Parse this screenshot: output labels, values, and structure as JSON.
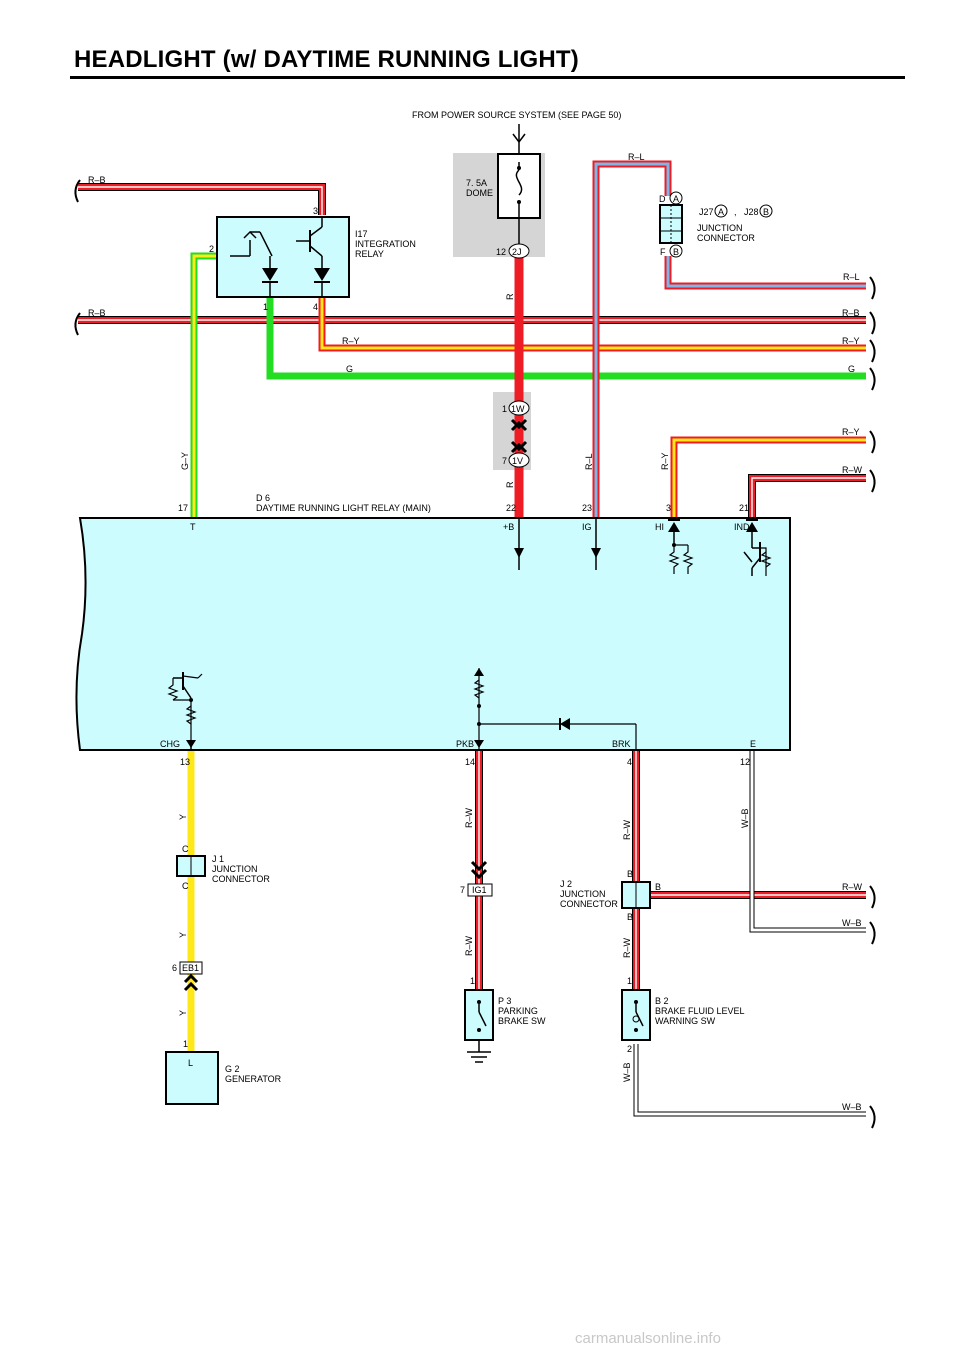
{
  "page": {
    "title": "HEADLIGHT (w/ DAYTIME RUNNING LIGHT)"
  },
  "power_source": "FROM POWER SOURCE SYSTEM (SEE PAGE 50)",
  "fuse": {
    "rating": "7. 5A",
    "name": "DOME",
    "pin": "12",
    "connector": "2J"
  },
  "relay_block_connectors": [
    {
      "pin": "1",
      "connector": "1W"
    },
    {
      "pin": "7",
      "connector": "1V"
    }
  ],
  "integration_relay": {
    "code": "I17",
    "name_line1": "INTEGRATION",
    "name_line2": "RELAY",
    "pins": {
      "p1": "1",
      "p2": "2",
      "p3": "3",
      "p4": "4"
    }
  },
  "junction_j27_j28": {
    "ref1": "J27",
    "tag1": "A",
    "separator": ",",
    "ref2": "J28",
    "tag2": "B",
    "name_line1": "JUNCTION",
    "name_line2": "CONNECTOR",
    "pin_top": "D",
    "pin_top_tag": "A",
    "pin_bottom": "F",
    "pin_bottom_tag": "B"
  },
  "drl_relay": {
    "code": "D 6",
    "name": "DAYTIME RUNNING LIGHT RELAY (MAIN)",
    "top_pins": [
      {
        "num": "17",
        "term": "T"
      },
      {
        "num": "22",
        "term": "+B"
      },
      {
        "num": "23",
        "term": "IG"
      },
      {
        "num": "3",
        "term": "HI"
      },
      {
        "num": "21",
        "term": "IND"
      }
    ],
    "bottom_pins": [
      {
        "num": "13",
        "term": "CHG"
      },
      {
        "num": "14",
        "term": "PKB"
      },
      {
        "num": "4",
        "term": "BRK"
      },
      {
        "num": "12",
        "term": "E"
      }
    ]
  },
  "wire_colors": {
    "rb": "R–B",
    "rl": "R–L",
    "ry": "R–Y",
    "g": "G",
    "rw": "R–W",
    "wb": "W–B",
    "r": "R",
    "gy": "G–Y",
    "y": "Y"
  },
  "j1": {
    "code": "J 1",
    "name_line1": "JUNCTION",
    "name_line2": "CONNECTOR",
    "pin_top": "C",
    "pin_bottom": "C"
  },
  "eb1": {
    "pin": "6",
    "connector": "EB1"
  },
  "generator": {
    "code": "G 2",
    "name": "GENERATOR",
    "terminal": "L",
    "pin": "1"
  },
  "ig1": {
    "pin": "7",
    "connector": "IG1"
  },
  "j2": {
    "code": "J 2",
    "name_line1": "JUNCTION",
    "name_line2": "CONNECTOR",
    "pin_top": "B",
    "pin_right": "B",
    "pin_bottom": "B"
  },
  "parking_brake": {
    "code": "P 3",
    "name_line1": "PARKING",
    "name_line2": "BRAKE SW",
    "pin": "1"
  },
  "brake_fluid": {
    "code": "B 2",
    "name_line1": "BRAKE FLUID LEVEL",
    "name_line2": "WARNING SW",
    "pin1": "1",
    "pin2": "2"
  },
  "colors": {
    "red": "#ee1c24",
    "green": "#22dd22",
    "yellow": "#ffe81a",
    "blue": "#7fb6e8",
    "relay_fill": "#cdfcff",
    "grey_fill": "#d5d5d5",
    "white_wire": "#ffffff"
  },
  "watermark": "carmanualsonline.info"
}
